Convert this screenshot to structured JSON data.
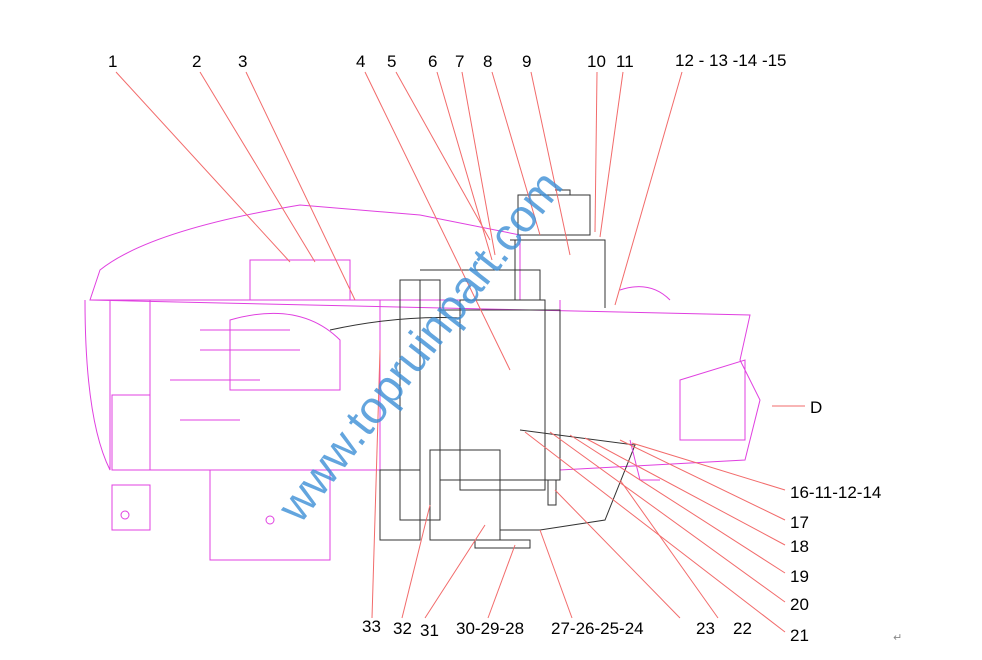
{
  "diagram": {
    "callouts_top": [
      "1",
      "2",
      "3",
      "4",
      "5",
      "6",
      "7",
      "8",
      "9",
      "10",
      "11",
      "12 - 13 -14 -15"
    ],
    "callouts_right": [
      "D",
      "16-11-12-14",
      "17",
      "18",
      "19",
      "20",
      "21"
    ],
    "callouts_bottom": [
      "33",
      "32",
      "31",
      "30-29-28",
      "27-26-25-24",
      "23",
      "22"
    ],
    "watermark": "www.topruinpart.com",
    "return_mark": "↵",
    "colors": {
      "outline": "#e040e0",
      "leader": "#f26b6b",
      "watermark": "#3d8fd6"
    }
  }
}
